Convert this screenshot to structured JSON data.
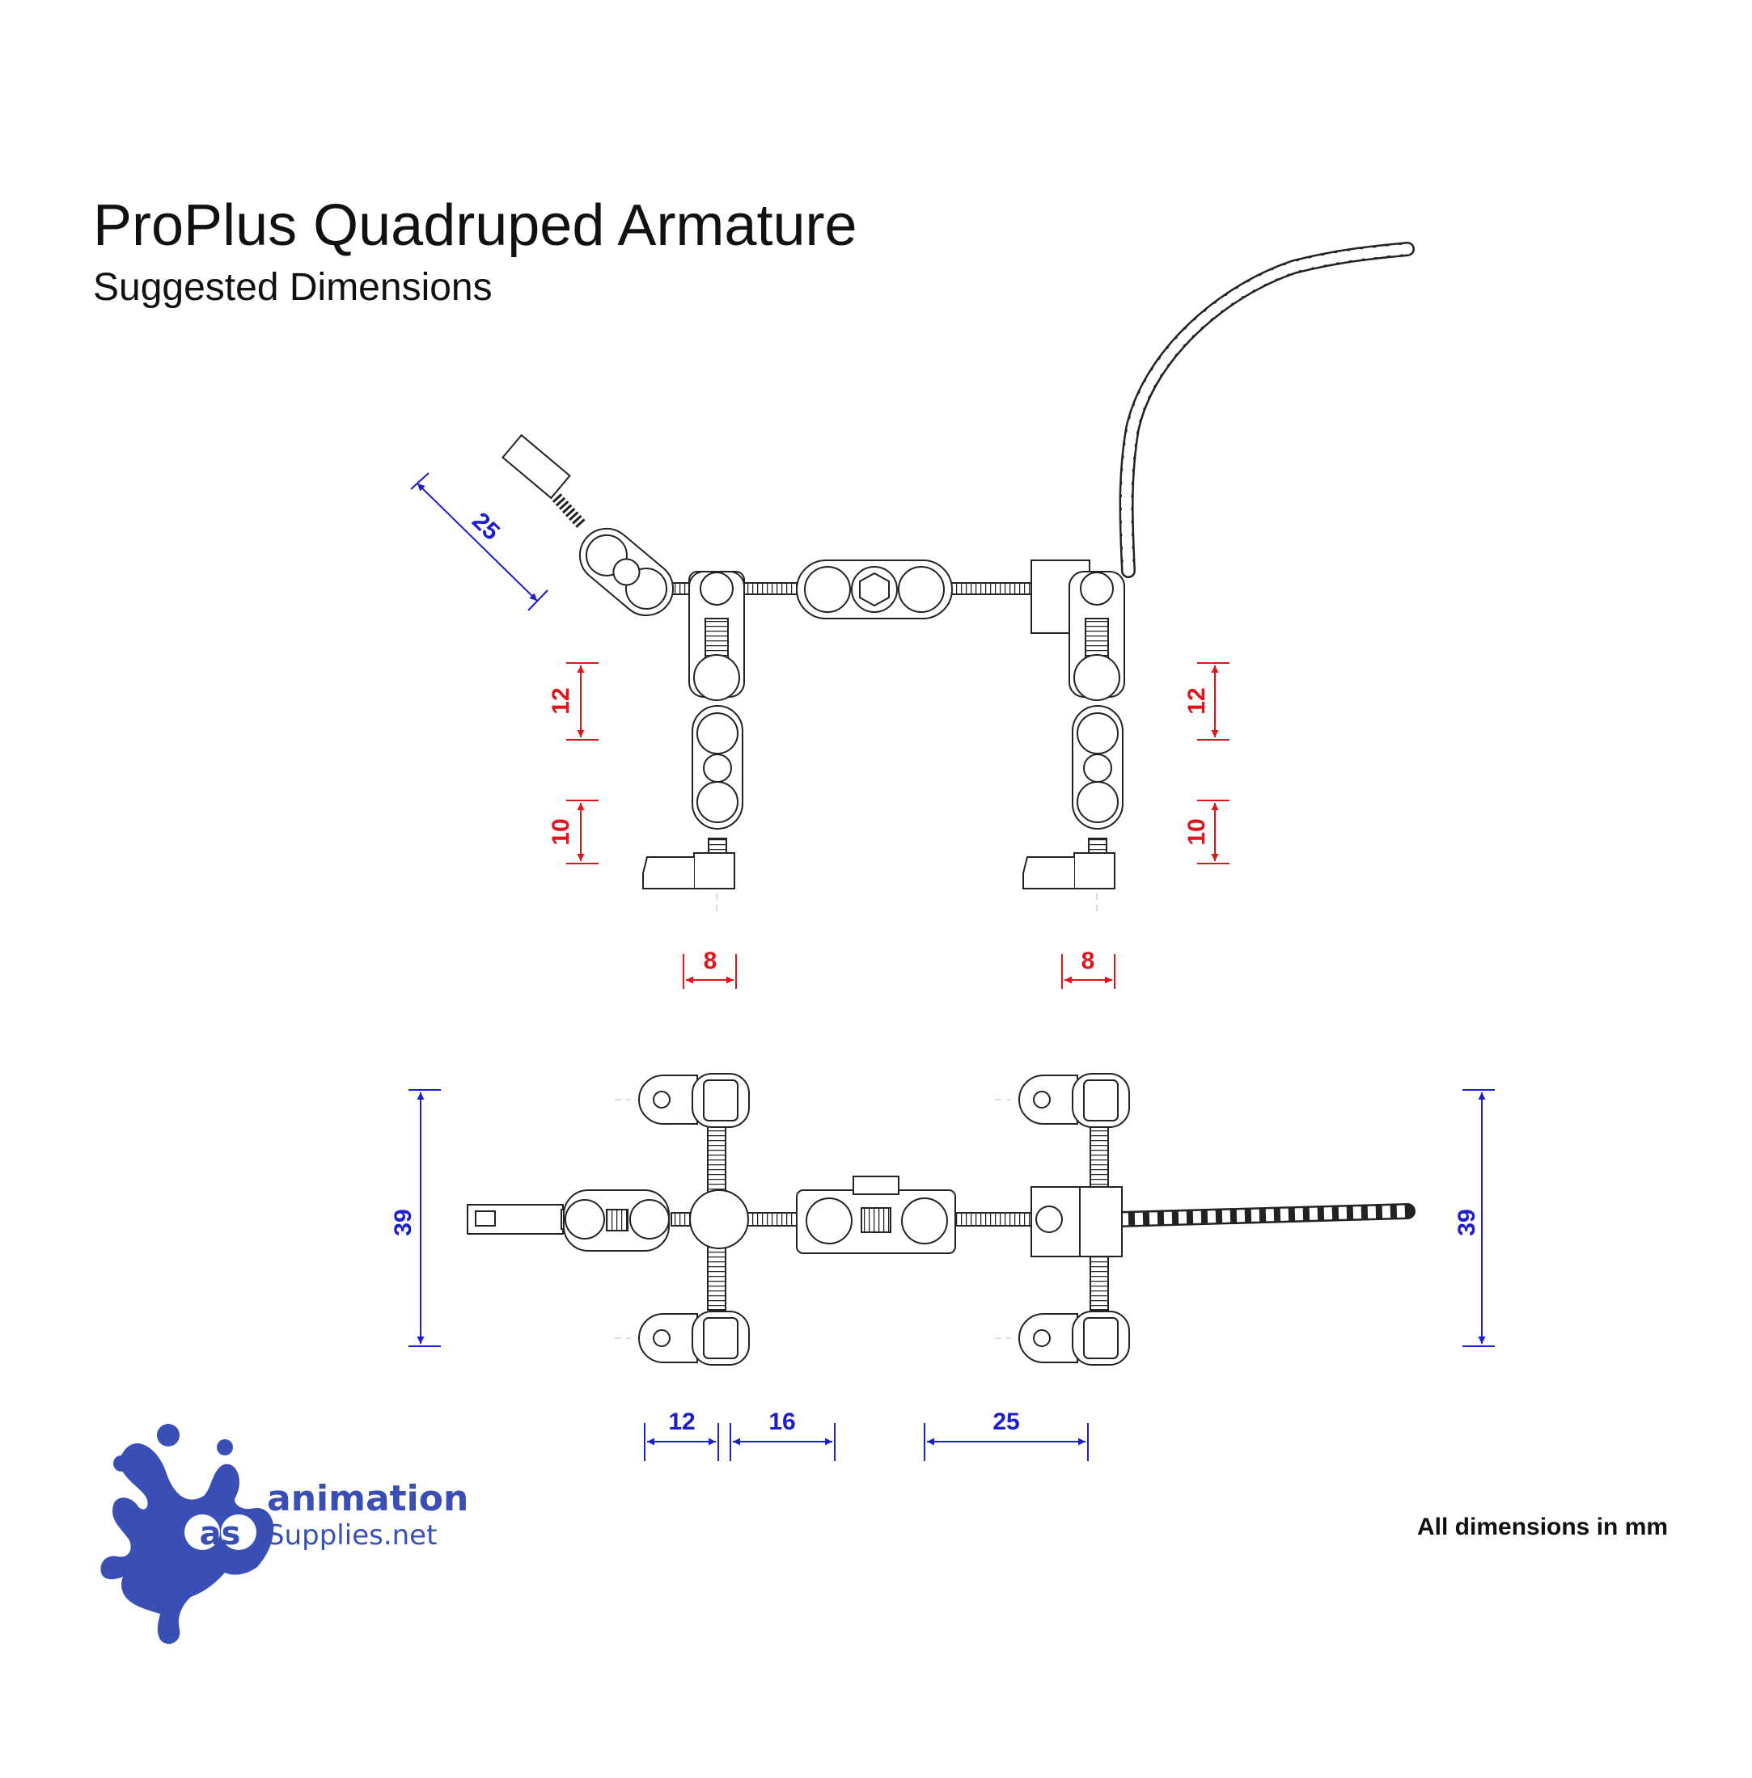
{
  "title": "ProPlus Quadruped Armature",
  "subtitle": "Suggested Dimensions",
  "units_note": "All dimensions in mm",
  "logo": {
    "mark": "as",
    "line1": "animation",
    "line2": "Supplies.net",
    "color": "#3a4fb5"
  },
  "colors": {
    "side_dims": "#e0141c",
    "top_dims": "#1d1dcc",
    "drawing": "#222222"
  },
  "side_view": {
    "neck_length": "25",
    "front_upper_leg": "12",
    "front_lower_leg": "10",
    "rear_upper_leg": "12",
    "rear_lower_leg": "10",
    "front_foot": "8",
    "rear_foot": "8"
  },
  "top_view": {
    "width_left": "39",
    "width_right": "39",
    "shoulder_to_block": "12",
    "block_length": "16",
    "mid_to_hip": "25"
  }
}
